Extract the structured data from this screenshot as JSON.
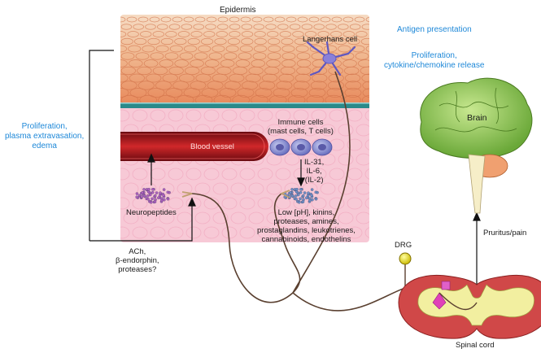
{
  "labels": {
    "epidermis": "Epidermis",
    "langerhans": "Langerhans cell",
    "antigen": "Antigen presentation",
    "prolif_right": [
      "Proliferation,",
      "cytokine/chemokine release"
    ],
    "prolif_left": [
      "Proliferation,",
      "plasma extravasation,",
      "edema"
    ],
    "immune": [
      "Immune cells",
      "(mast cells, T cells)"
    ],
    "blood_vessel": "Blood vessel",
    "il": [
      "IL-31,",
      "IL-6,",
      "(IL-2)"
    ],
    "neuropeptides": "Neuropeptides",
    "mediators": [
      "Low [pH], kinins,",
      "proteases, amines,",
      "prostaglandins, leukotrienes,",
      "cannabinoids, endothelins"
    ],
    "ach": [
      "ACh,",
      "β-endorphin,",
      "proteases?"
    ],
    "brain": "Brain",
    "drg": "DRG",
    "pruritus": "Pruritus/pain",
    "spinal": "Spinal cord"
  },
  "colors": {
    "skin": "#f7c9d6",
    "epidermis": "#f0a878",
    "basal_line": "#2a8a8a",
    "vessel": "#c0282a",
    "immune_cell": "#8a8fd0",
    "neuropeptide": "#b060c0",
    "mediator": "#7090c8",
    "langerhans": "#8a80d8",
    "brain": "#9ccb5c",
    "cord_outer": "#cc4444",
    "cord_inner": "#f2efa0",
    "drg": "#f0e040",
    "accent_text": "#1e88d8"
  }
}
